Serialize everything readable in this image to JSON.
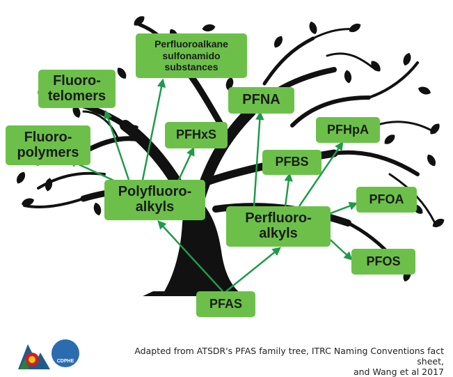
{
  "nodes": {
    "fluorotelomers": "Fluoro-\ntelomers",
    "perfluoroalkane_sulfonamido": "Perfluoroalkane\nsulfonamido\nsubstances",
    "pfna": "PFNA",
    "fluoropolymers": "Fluoro-\npolymers",
    "pfhxs": "PFHxS",
    "pfhpa": "PFHpA",
    "pfbs": "PFBS",
    "polyfluoroalkyls": "Polyfluoro-\nalkyls",
    "pfoa": "PFOA",
    "perfluoroalkyls": "Perfluoro-\nalkyls",
    "pfos": "PFOS",
    "pfas": "PFAS"
  },
  "credit": "Adapted from ATSDR's PFAS family tree, ITRC Naming Conventions fact sheet,\nand Wang et al 2017",
  "logos": {
    "cdphe_label": "CDPHE"
  },
  "colors": {
    "box": "#6cc04a",
    "arrow": "#1f9a4a",
    "tree": "#111111"
  }
}
